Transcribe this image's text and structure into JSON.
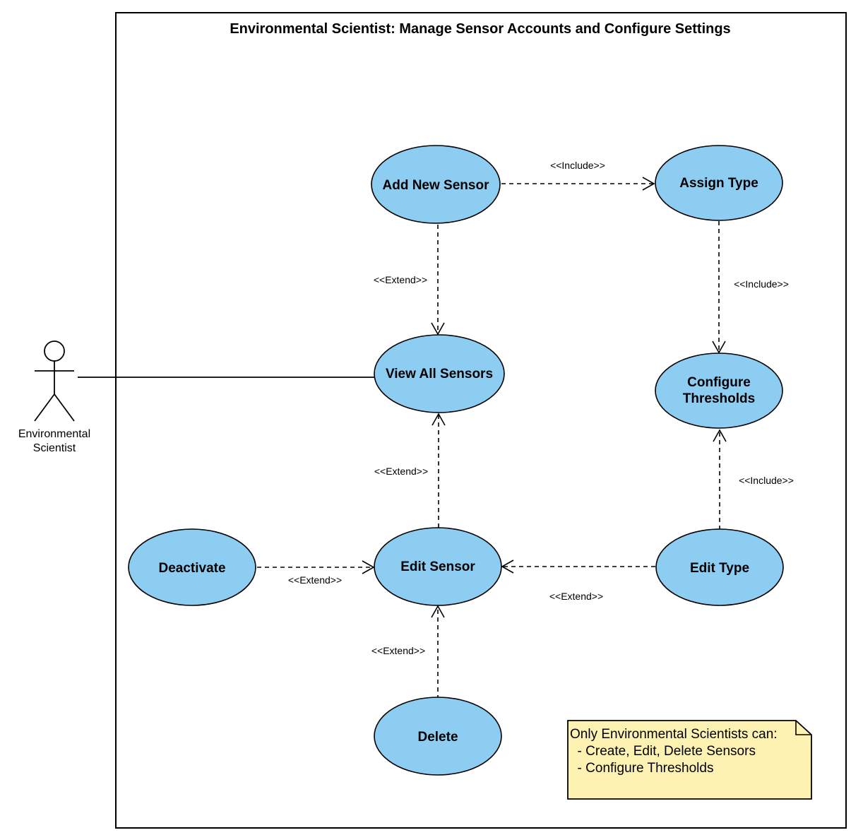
{
  "title": "Environmental Scientist: Manage Sensor Accounts and Configure Settings",
  "actor": {
    "lines": [
      "Environmental",
      "Scientist"
    ]
  },
  "use_cases": {
    "add_new_sensor": [
      "Add New Sensor"
    ],
    "assign_type": [
      "Assign Type"
    ],
    "view_all_sensors": [
      "View All Sensors"
    ],
    "configure_thresholds": [
      "Configure",
      "Thresholds"
    ],
    "deactivate": [
      "Deactivate"
    ],
    "edit_sensor": [
      "Edit Sensor"
    ],
    "edit_type": [
      "Edit Type"
    ],
    "delete": [
      "Delete"
    ]
  },
  "relations": {
    "add_to_assign": "<<Include>>",
    "add_to_view": "<<Extend>>",
    "assign_to_configure": "<<Include>>",
    "edit_to_view": "<<Extend>>",
    "edittype_to_configure": "<<Include>>",
    "deactivate_to_edit": "<<Extend>>",
    "edittype_to_edit": "<<Extend>>",
    "delete_to_edit": "<<Extend>>"
  },
  "note": {
    "lines": [
      "Only Environmental Scientists can:",
      "  - Create, Edit, Delete Sensors",
      "  - Configure Thresholds"
    ]
  },
  "colors": {
    "use_case_fill": "#8ecdf2",
    "note_fill": "#fdf2b2",
    "stroke": "#000000"
  }
}
